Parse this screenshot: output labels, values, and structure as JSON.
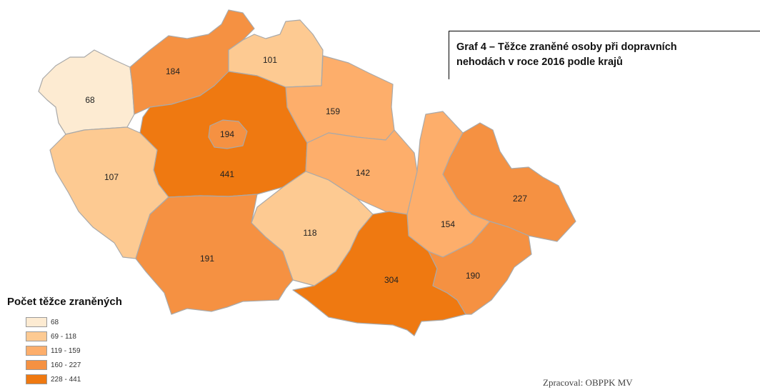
{
  "title": {
    "line1": "Graf 4 – Těžce zraněné osoby při dopravních",
    "line2": "nehodách v roce 2016 podle krajů"
  },
  "legend": {
    "title": "Počet těžce zraněných",
    "items": [
      {
        "label": "68",
        "color": "#fdebd2"
      },
      {
        "label": "69 - 118",
        "color": "#fdca92"
      },
      {
        "label": "119 - 159",
        "color": "#fdae6b"
      },
      {
        "label": "160 - 227",
        "color": "#f59142"
      },
      {
        "label": "228 - 441",
        "color": "#ef7911"
      }
    ]
  },
  "credit": "Zpracoval: OBPPK MV",
  "regions": [
    {
      "value": "68",
      "color": "#fdebd2"
    },
    {
      "value": "184",
      "color": "#f59142"
    },
    {
      "value": "101",
      "color": "#fdca92"
    },
    {
      "value": "159",
      "color": "#fdae6b"
    },
    {
      "value": "194",
      "color": "#f59142"
    },
    {
      "value": "441",
      "color": "#ef7911"
    },
    {
      "value": "107",
      "color": "#fdca92"
    },
    {
      "value": "142",
      "color": "#fdae6b"
    },
    {
      "value": "227",
      "color": "#f59142"
    },
    {
      "value": "154",
      "color": "#fdae6b"
    },
    {
      "value": "118",
      "color": "#fdca92"
    },
    {
      "value": "191",
      "color": "#f59142"
    },
    {
      "value": "304",
      "color": "#ef7911"
    },
    {
      "value": "190",
      "color": "#f59142"
    }
  ]
}
